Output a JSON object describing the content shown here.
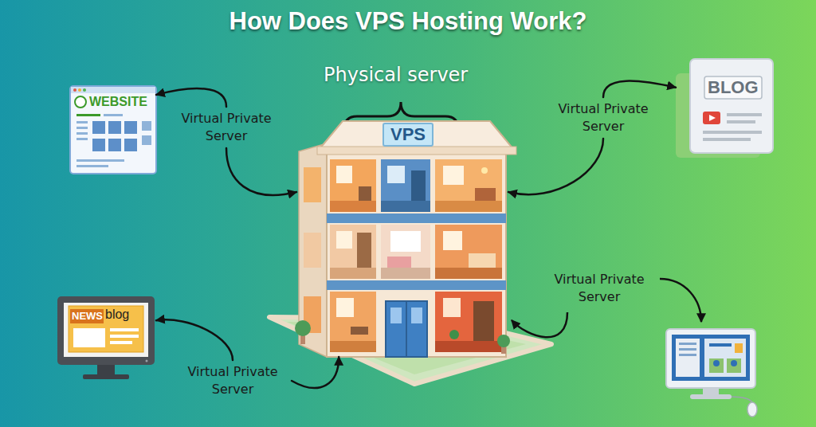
{
  "diagram": {
    "title": "How Does VPS Hosting Work?",
    "nodes": [
      {
        "text": [
          "WEBSITE"
        ]
      },
      {
        "text": [
          "VPS"
        ]
      },
      {
        "text": [
          "BLOG"
        ]
      },
      {
        "text": [
          "NEWS",
          "blog"
        ]
      }
    ],
    "edges": [
      {
        "from": 1,
        "to": 0,
        "arrow": "both",
        "label": "Virtual Private Server"
      },
      {
        "from": 1,
        "to": 2,
        "arrow": "both",
        "label": "Virtual Private Server"
      },
      {
        "from": 1,
        "to": 3,
        "arrow": "both",
        "label": "Virtual Private Server"
      }
    ],
    "labels": [
      "Physical server",
      "Virtual Private Server"
    ]
  }
}
